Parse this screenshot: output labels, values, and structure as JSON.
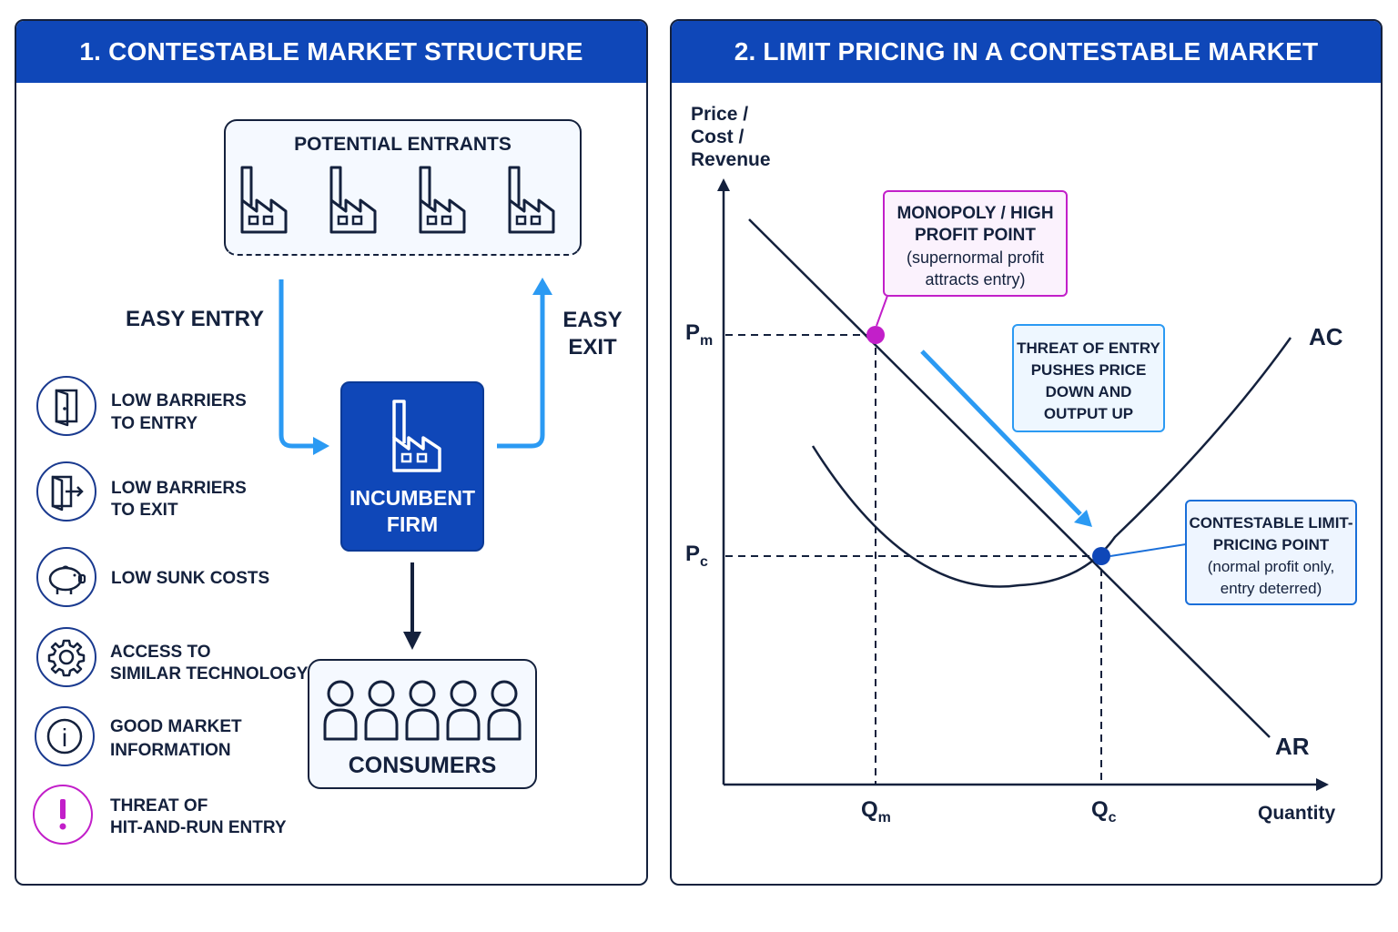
{
  "left_panel": {
    "title": "1. CONTESTABLE MARKET STRUCTURE",
    "potential_entrants_label": "POTENTIAL ENTRANTS",
    "easy_entry": "EASY ENTRY",
    "easy_exit_line1": "EASY",
    "easy_exit_line2": "EXIT",
    "incumbent_line1": "INCUMBENT",
    "incumbent_line2": "FIRM",
    "consumers_label": "CONSUMERS",
    "features": [
      {
        "icon": "door-icon",
        "line1": "LOW BARRIERS",
        "line2": "TO ENTRY"
      },
      {
        "icon": "exit-door-icon",
        "line1": "LOW BARRIERS",
        "line2": "TO EXIT"
      },
      {
        "icon": "piggy-bank-icon",
        "line1": "LOW SUNK COSTS",
        "line2": ""
      },
      {
        "icon": "gear-icon",
        "line1": "ACCESS TO",
        "line2": "SIMILAR TECHNOLOGY"
      },
      {
        "icon": "info-icon",
        "line1": "GOOD MARKET",
        "line2": "INFORMATION"
      },
      {
        "icon": "exclamation-icon",
        "line1": "THREAT OF",
        "line2": "HIT-AND-RUN ENTRY"
      }
    ]
  },
  "right_panel": {
    "title": "2. LIMIT PRICING IN A CONTESTABLE MARKET",
    "y_axis_line1": "Price /",
    "y_axis_line2": "Cost /",
    "y_axis_line3": "Revenue",
    "x_axis_label": "Quantity",
    "pm_main": "P",
    "pm_sub": "m",
    "pc_main": "P",
    "pc_sub": "c",
    "qm_main": "Q",
    "qm_sub": "m",
    "qc_main": "Q",
    "qc_sub": "c",
    "ac_label": "AC",
    "ar_label": "AR",
    "monopoly_callout": {
      "line1": "MONOPOLY / HIGH",
      "line2": "PROFIT POINT",
      "line3": "(supernormal profit",
      "line4": "attracts entry)"
    },
    "threat_callout": {
      "line1": "THREAT OF ENTRY",
      "line2": "PUSHES PRICE",
      "line3": "DOWN AND",
      "line4": "OUTPUT UP"
    },
    "limit_callout": {
      "line1": "CONTESTABLE LIMIT-",
      "line2": "PRICING POINT",
      "line3": "(normal profit only,",
      "line4": "entry deterred)"
    }
  },
  "colors": {
    "header_blue": "#0f47b8",
    "navy": "#14213d",
    "arrow_blue": "#2b9af3",
    "magenta": "#c21fc9",
    "point_blue": "#0f47b8"
  }
}
